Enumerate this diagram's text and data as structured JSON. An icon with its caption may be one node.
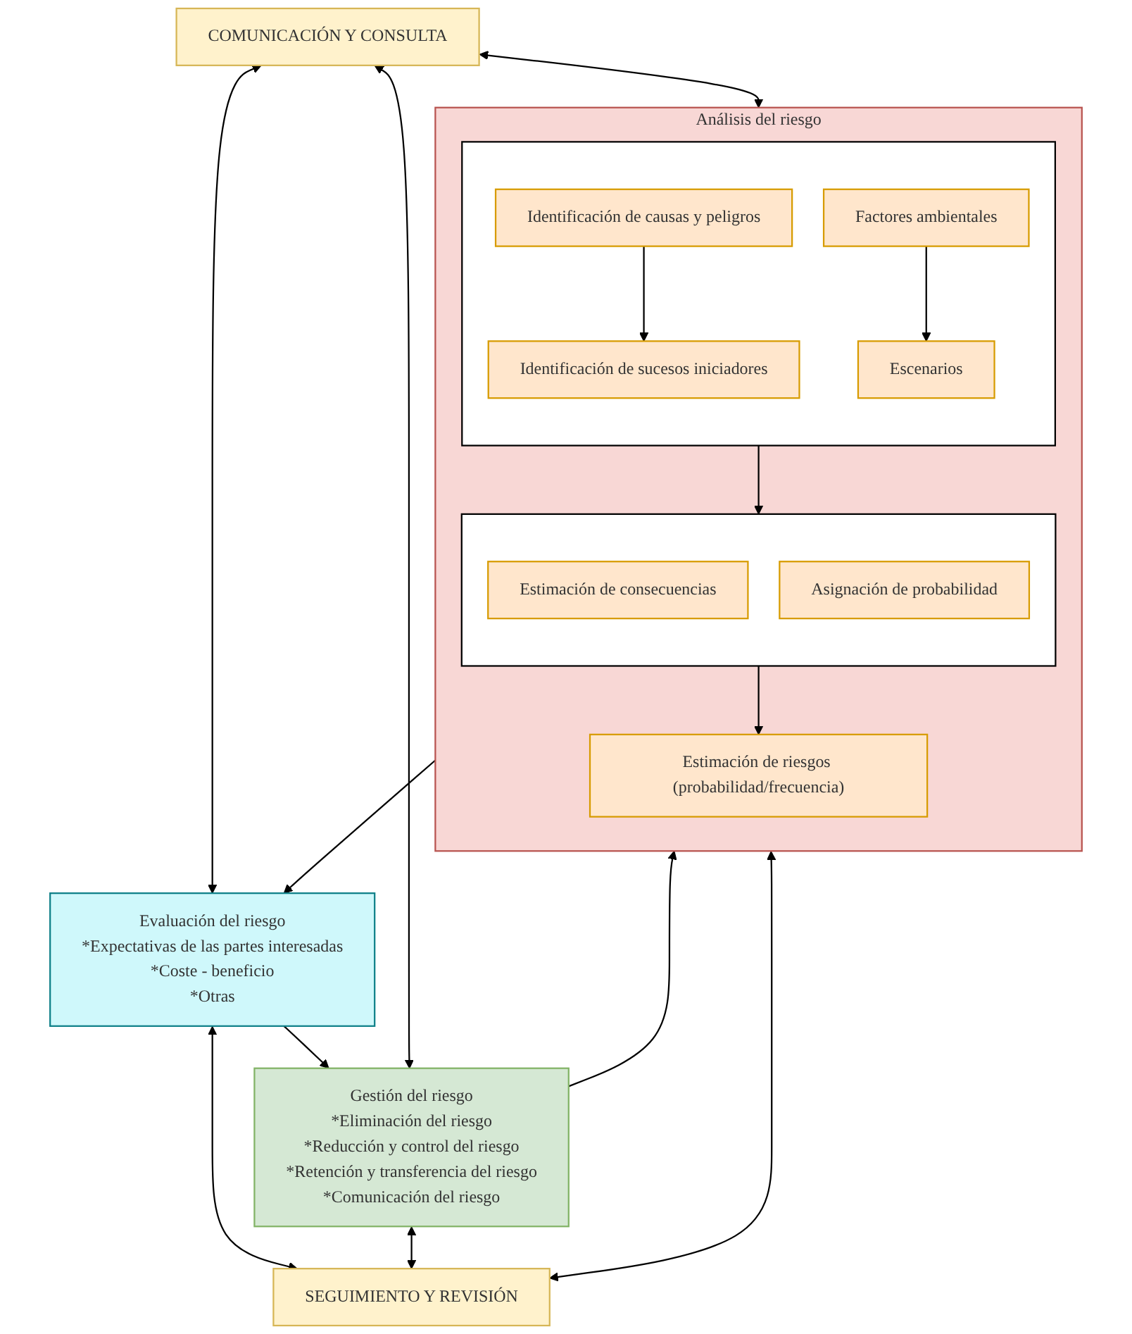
{
  "diagram": {
    "nodes": [
      {
        "text": [
          "COMUNICACIÓN Y CONSULTA"
        ]
      },
      {
        "text": [
          "Análisis del riesgo"
        ]
      },
      {
        "text": [],
        "shape": "box",
        "in": 1
      },
      {
        "text": [
          "Identificación de causas y peligros"
        ],
        "in": 2
      },
      {
        "text": [
          "Factores ambientales"
        ],
        "in": 2
      },
      {
        "text": [
          "Identificación de sucesos iniciadores"
        ],
        "in": 2
      },
      {
        "text": [
          "Escenarios"
        ],
        "in": 2
      },
      {
        "text": [],
        "shape": "box",
        "in": 1
      },
      {
        "text": [
          "Estimación de consecuencias"
        ],
        "in": 7
      },
      {
        "text": [
          "Asignación de probabilidad"
        ],
        "in": 7
      },
      {
        "text": [
          "Estimación de riesgos (probabilidad/frecuencia)"
        ],
        "in": 1
      },
      {
        "text": [
          "Evaluación del riesgo",
          "*Expectativas de las partes interesadas",
          "*Coste - beneficio",
          "*Otras"
        ]
      },
      {
        "text": [
          "Gestión del riesgo",
          "*Eliminación del riesgo",
          "*Reducción y control del riesgo",
          "*Retención y transferencia del riesgo",
          "*Comunicación del riesgo"
        ]
      },
      {
        "text": [
          "SEGUIMIENTO Y REVISIÓN"
        ]
      }
    ],
    "edges": [
      {
        "from": 3,
        "to": 5,
        "arrow": "to"
      },
      {
        "from": 4,
        "to": 6,
        "arrow": "to"
      },
      {
        "from": 2,
        "to": 7,
        "arrow": "to"
      },
      {
        "from": 7,
        "to": 10,
        "arrow": "to"
      },
      {
        "from": 1,
        "to": 11,
        "arrow": "to"
      },
      {
        "from": 11,
        "to": 12,
        "arrow": "to"
      },
      {
        "from": 0,
        "to": 1,
        "arrow": "both"
      },
      {
        "from": 1,
        "to": 13,
        "arrow": "both"
      },
      {
        "from": 0,
        "to": 11,
        "arrow": "both"
      },
      {
        "from": 11,
        "to": 13,
        "arrow": "both"
      },
      {
        "from": 0,
        "to": 12,
        "arrow": "both"
      },
      {
        "from": 12,
        "to": 13,
        "arrow": "both"
      },
      {
        "from": 12,
        "to": 1,
        "arrow": "to"
      }
    ]
  }
}
